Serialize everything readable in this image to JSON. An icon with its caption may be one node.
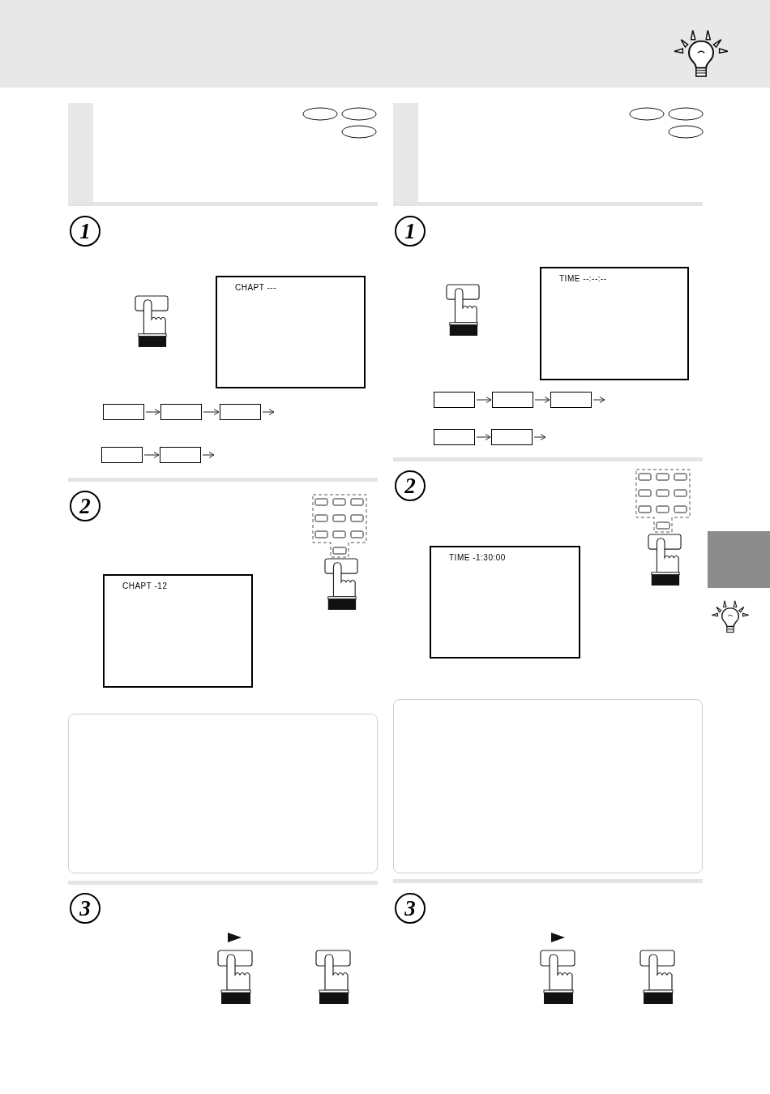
{
  "diagram": {
    "nodes": [
      {
        "text": [
          "1"
        ]
      },
      {
        "text": [
          "CHAPT ---"
        ]
      },
      {
        "text": [],
        "shape": "box"
      },
      {
        "text": [],
        "shape": "box"
      },
      {
        "text": [],
        "shape": "box"
      },
      {
        "text": [],
        "shape": "box"
      },
      {
        "text": [],
        "shape": "box"
      },
      {
        "text": [
          "2"
        ]
      },
      {
        "text": [
          "CHAPT -12"
        ]
      },
      {
        "text": [
          "3"
        ]
      },
      {
        "text": [
          "1"
        ]
      },
      {
        "text": [
          "TIME --:--:--"
        ]
      },
      {
        "text": [],
        "shape": "box"
      },
      {
        "text": [],
        "shape": "box"
      },
      {
        "text": [],
        "shape": "box"
      },
      {
        "text": [],
        "shape": "box"
      },
      {
        "text": [],
        "shape": "box"
      },
      {
        "text": [
          "2"
        ]
      },
      {
        "text": [
          "TIME -1:30:00"
        ]
      },
      {
        "text": [
          "3"
        ]
      },
      {
        "text": [],
        "shape": "box"
      }
    ],
    "edges": [
      {
        "from": 2,
        "to": 3,
        "arrow": "to"
      },
      {
        "from": 3,
        "to": 4,
        "arrow": "to"
      },
      {
        "from": 4,
        "to": null,
        "arrow": "to"
      },
      {
        "from": 5,
        "to": 6,
        "arrow": "to"
      },
      {
        "from": 6,
        "to": null,
        "arrow": "to"
      },
      {
        "from": 12,
        "to": 13,
        "arrow": "to"
      },
      {
        "from": 13,
        "to": 14,
        "arrow": "to"
      },
      {
        "from": 14,
        "to": null,
        "arrow": "to"
      },
      {
        "from": 15,
        "to": 16,
        "arrow": "to"
      },
      {
        "from": 16,
        "to": null,
        "arrow": "to"
      }
    ]
  }
}
